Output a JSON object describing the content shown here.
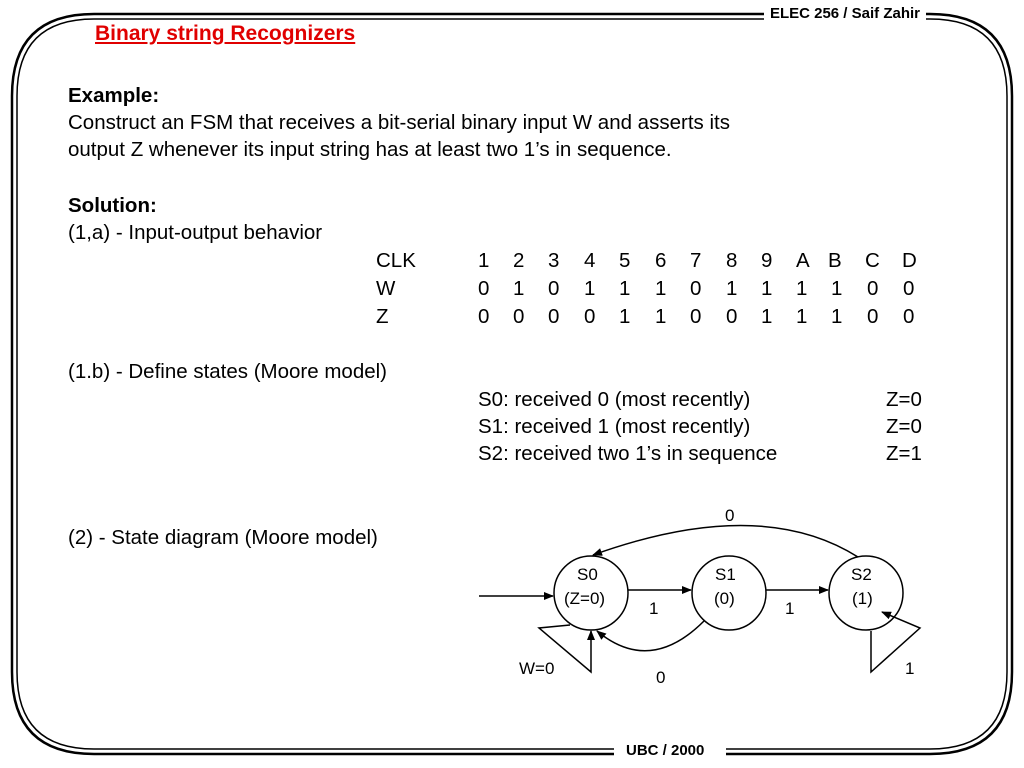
{
  "header": {
    "course": "ELEC 256 / Saif Zahir"
  },
  "footer": {
    "label": "UBC / 2000"
  },
  "title": "Binary string Recognizers",
  "example": {
    "heading": "Example:",
    "line1": "Construct an FSM that receives a bit-serial binary input W and asserts its",
    "line2": "output Z whenever its input string has at least two 1’s in sequence."
  },
  "solution": {
    "heading": "Solution:",
    "step1a": "(1,a) - Input-output behavior",
    "table": {
      "rows": [
        {
          "name": "CLK",
          "values": [
            "1",
            "2",
            "3",
            "4",
            "5",
            "6",
            "7",
            "8",
            "9",
            "A",
            "B",
            "C",
            "D"
          ]
        },
        {
          "name": "W",
          "values": [
            "0",
            "1",
            "0",
            "1",
            "1",
            "1",
            "0",
            "1",
            "1",
            "1",
            "1",
            "0",
            "0"
          ]
        },
        {
          "name": "Z",
          "values": [
            "0",
            "0",
            "0",
            "0",
            "1",
            "1",
            "0",
            "0",
            "1",
            "1",
            "1",
            "0",
            "0"
          ]
        }
      ]
    },
    "step1b": "(1.b) - Define states (Moore model)",
    "states": [
      {
        "desc": "S0: received 0 (most recently)",
        "out": "Z=0"
      },
      {
        "desc": "S1: received 1 (most recently)",
        "out": "Z=0"
      },
      {
        "desc": "S2: received two 1’s in sequence",
        "out": "Z=1"
      }
    ],
    "step2": "(2) - State diagram (Moore model)"
  },
  "diagram": {
    "nodes": [
      {
        "name": "S0",
        "output": "(Z=0)"
      },
      {
        "name": "S1",
        "output": "(0)"
      },
      {
        "name": "S2",
        "output": "(1)"
      }
    ],
    "edge_labels": {
      "s0_to_s1": "1",
      "s1_to_s2": "1",
      "s1_to_s0": "0",
      "s2_to_s0": "0",
      "s0_self": "W=0",
      "s2_self": "1"
    }
  }
}
